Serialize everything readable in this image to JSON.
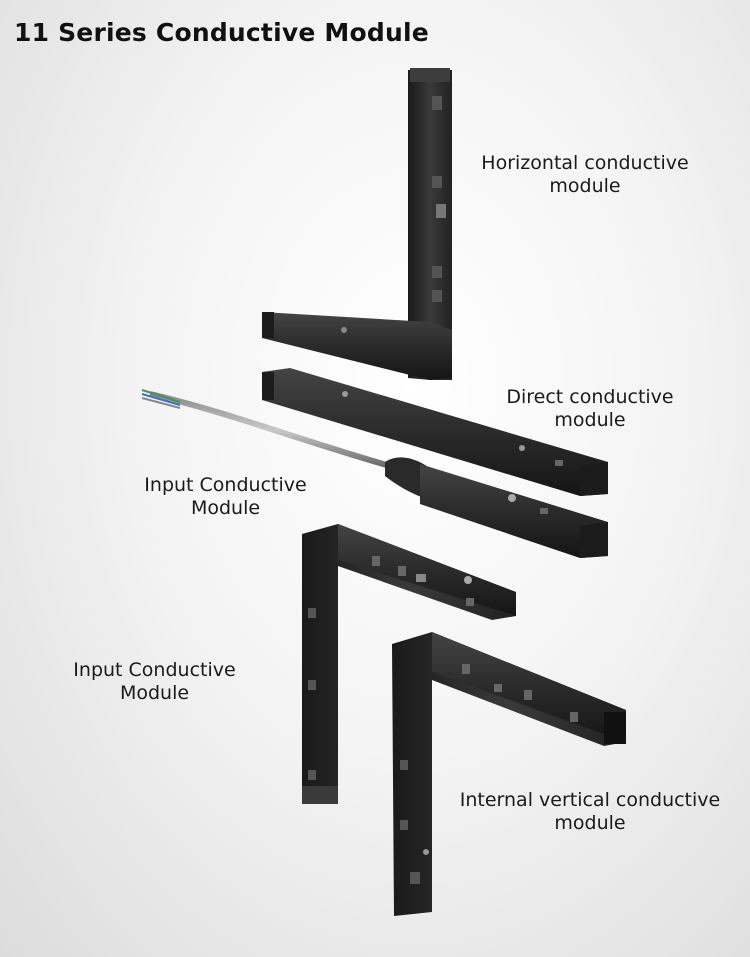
{
  "title": "11 Series Conductive Module",
  "labels": {
    "horizontal": {
      "line1": "Horizontal conductive",
      "line2": "module"
    },
    "direct": {
      "line1": "Direct conductive",
      "line2": "module"
    },
    "input_top": {
      "line1": "Input Conductive",
      "line2": "Module"
    },
    "input_bottom": {
      "line1": "Input Conductive",
      "line2": "Module"
    },
    "internal_vertical": {
      "line1": "Internal vertical conductive",
      "line2": "module"
    }
  },
  "colors": {
    "module_body": "#2a2a2a",
    "module_edge": "#4a4a4a",
    "background": "#f0f0f0"
  }
}
